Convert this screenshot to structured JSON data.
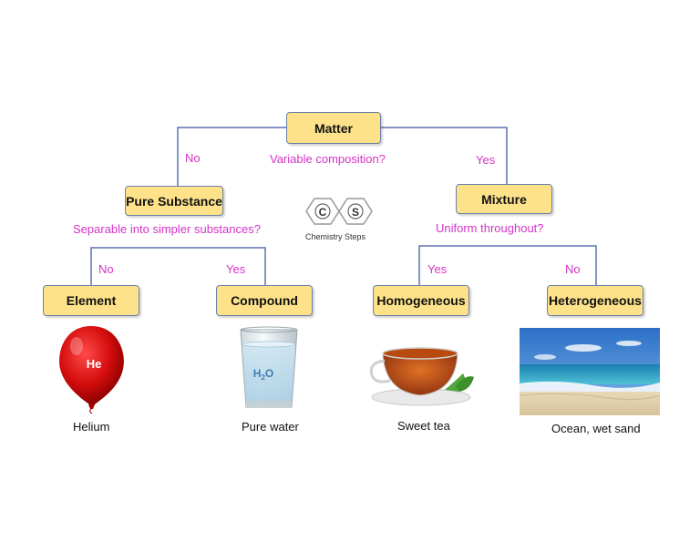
{
  "colors": {
    "box_fill": "#fde28a",
    "box_border": "#6b7fa8",
    "line": "#5b72b0",
    "question": "#d633c8"
  },
  "nodes": {
    "matter": "Matter",
    "pure_substance": "Pure Substance",
    "mixture": "Mixture",
    "element": "Element",
    "compound": "Compound",
    "homogeneous": "Homogeneous",
    "heterogeneous": "Heterogeneous"
  },
  "questions": {
    "variable_composition": "Variable composition?",
    "separable": "Separable into simpler substances?",
    "uniform": "Uniform throughout?"
  },
  "branch_labels": {
    "matter_no": "No",
    "matter_yes": "Yes",
    "pure_no": "No",
    "pure_yes": "Yes",
    "mixture_yes": "Yes",
    "mixture_no": "No"
  },
  "logo": {
    "left_letter": "C",
    "right_letter": "S",
    "name": "Chemistry Steps"
  },
  "images": {
    "balloon_label": "He",
    "water_label_main": "H",
    "water_label_sub": "2",
    "water_label_end": "O"
  },
  "captions": {
    "helium": "Helium",
    "pure_water": "Pure water",
    "sweet_tea": "Sweet tea",
    "ocean": "Ocean, wet sand"
  }
}
